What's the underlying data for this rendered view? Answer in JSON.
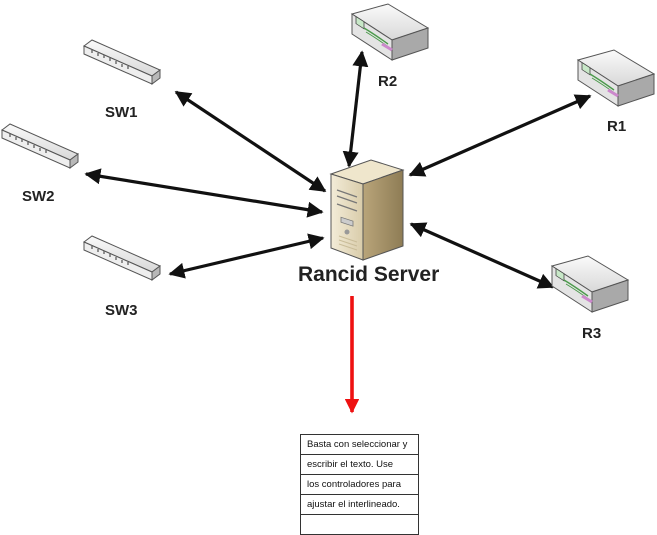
{
  "server": {
    "label": "Rancid Server"
  },
  "devices": {
    "sw1": {
      "label": "SW1",
      "kind": "switch"
    },
    "sw2": {
      "label": "SW2",
      "kind": "switch"
    },
    "sw3": {
      "label": "SW3",
      "kind": "switch"
    },
    "r1": {
      "label": "R1",
      "kind": "router"
    },
    "r2": {
      "label": "R2",
      "kind": "router"
    },
    "r3": {
      "label": "R3",
      "kind": "router"
    }
  },
  "note": {
    "lines": [
      "Basta con seleccionar y",
      "escribir el texto. Use",
      "los controladores para",
      "ajustar el interlineado.",
      ""
    ]
  },
  "colors": {
    "link": "#111111",
    "output_arrow": "#ee1111",
    "router_screen": "#c8e8c8",
    "router_accent": "#cc88cc"
  }
}
